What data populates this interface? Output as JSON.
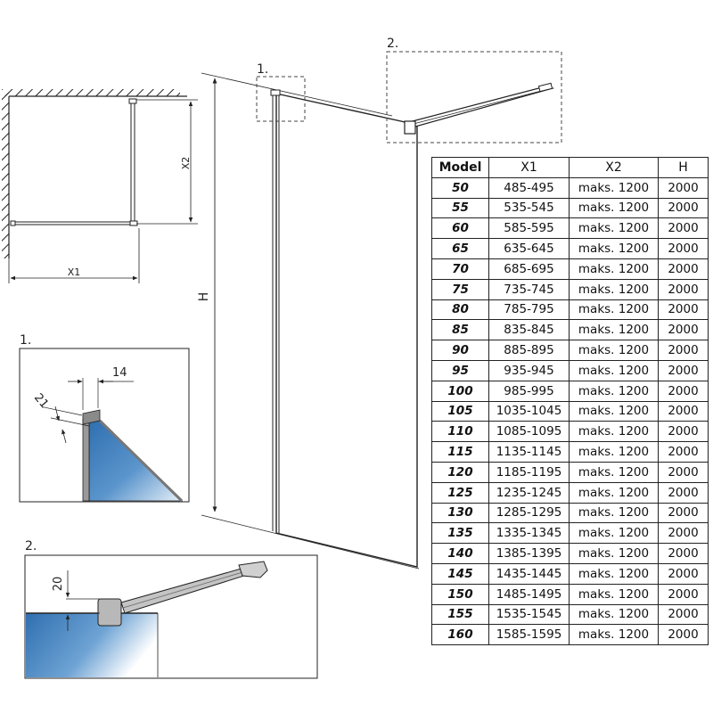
{
  "labels": {
    "callout_1": "1.",
    "callout_2": "2.",
    "plan_x1": "X1",
    "plan_x2": "X2",
    "height_h": "H",
    "detail1_title": "1.",
    "detail1_dim_a": "14",
    "detail1_dim_b": "21",
    "detail2_title": "2.",
    "detail2_dim": "20"
  },
  "table": {
    "headers": [
      "Model",
      "X1",
      "X2",
      "H"
    ],
    "rows": [
      [
        "50",
        "485-495",
        "maks. 1200",
        "2000"
      ],
      [
        "55",
        "535-545",
        "maks. 1200",
        "2000"
      ],
      [
        "60",
        "585-595",
        "maks. 1200",
        "2000"
      ],
      [
        "65",
        "635-645",
        "maks. 1200",
        "2000"
      ],
      [
        "70",
        "685-695",
        "maks. 1200",
        "2000"
      ],
      [
        "75",
        "735-745",
        "maks. 1200",
        "2000"
      ],
      [
        "80",
        "785-795",
        "maks. 1200",
        "2000"
      ],
      [
        "85",
        "835-845",
        "maks. 1200",
        "2000"
      ],
      [
        "90",
        "885-895",
        "maks. 1200",
        "2000"
      ],
      [
        "95",
        "935-945",
        "maks. 1200",
        "2000"
      ],
      [
        "100",
        "985-995",
        "maks. 1200",
        "2000"
      ],
      [
        "105",
        "1035-1045",
        "maks. 1200",
        "2000"
      ],
      [
        "110",
        "1085-1095",
        "maks. 1200",
        "2000"
      ],
      [
        "115",
        "1135-1145",
        "maks. 1200",
        "2000"
      ],
      [
        "120",
        "1185-1195",
        "maks. 1200",
        "2000"
      ],
      [
        "125",
        "1235-1245",
        "maks. 1200",
        "2000"
      ],
      [
        "130",
        "1285-1295",
        "maks. 1200",
        "2000"
      ],
      [
        "135",
        "1335-1345",
        "maks. 1200",
        "2000"
      ],
      [
        "140",
        "1385-1395",
        "maks. 1200",
        "2000"
      ],
      [
        "145",
        "1435-1445",
        "maks. 1200",
        "2000"
      ],
      [
        "150",
        "1485-1495",
        "maks. 1200",
        "2000"
      ],
      [
        "155",
        "1535-1545",
        "maks. 1200",
        "2000"
      ],
      [
        "160",
        "1585-1595",
        "maks. 1200",
        "2000"
      ]
    ]
  },
  "colors": {
    "line": "#222222",
    "glass_dark": "#2f6fb0",
    "glass_light": "#d7e6f4",
    "profile": "#9a9a9a"
  }
}
